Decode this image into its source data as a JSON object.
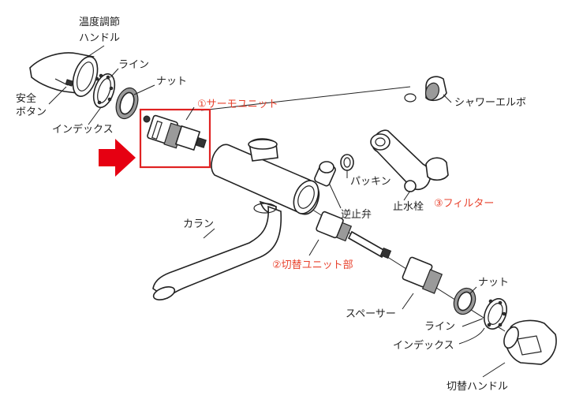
{
  "colors": {
    "callout_red": "#e8412c",
    "highlight_box": "#e02222",
    "arrow_red": "#e60012",
    "line": "#222222"
  },
  "labels": {
    "temp_handle_line1": "温度調節",
    "temp_handle_line2": "ハンドル",
    "line_top": "ライン",
    "nut_top": "ナット",
    "safety_button_line1": "安全",
    "safety_button_line2": "ボタン",
    "index_top": "インデックス",
    "shower_elbow": "シャワーエルボ",
    "packing": "パッキン",
    "check_valve": "逆止弁",
    "stop_valve": "止水栓",
    "spout": "カラン",
    "spacer": "スペーサー",
    "nut_bottom": "ナット",
    "line_bottom": "ライン",
    "index_bottom": "インデックス",
    "switch_handle": "切替ハンドル"
  },
  "callouts": {
    "thermo_unit": "①サーモユニット",
    "switch_unit": "②切替ユニット部",
    "filter": "③フィルター"
  },
  "icons": {
    "pointer_arrow": "right-arrow-icon"
  }
}
